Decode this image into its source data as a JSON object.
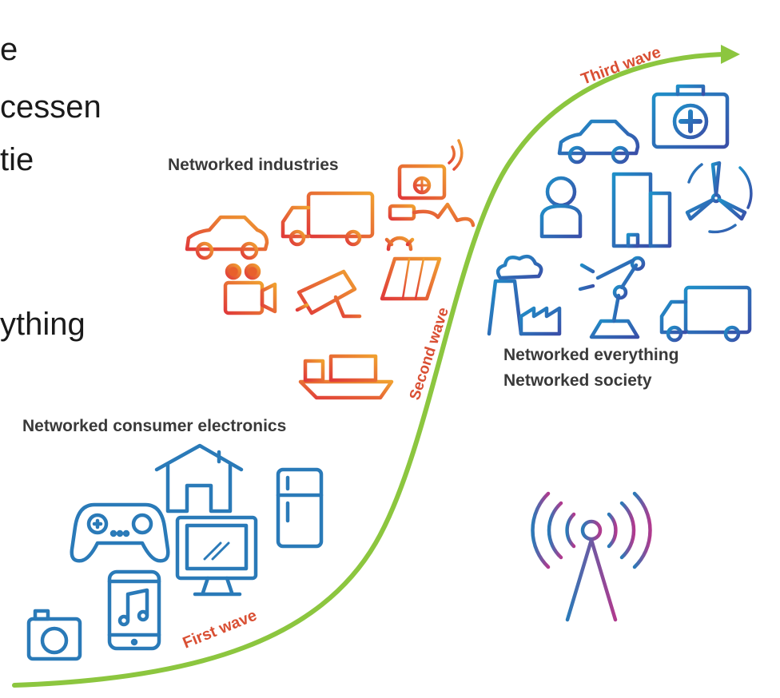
{
  "slide_text_fragments": [
    "e",
    "cessen",
    "tie",
    "ything"
  ],
  "labels": {
    "industries": "Networked industries",
    "consumer": "Networked consumer electronics",
    "everything_line1": "Networked everything",
    "everything_line2": "Networked society"
  },
  "waves": {
    "first": "First wave",
    "second": "Second wave",
    "third": "Third wave"
  },
  "colors": {
    "curve": "#8cc63f",
    "consumer_icons": "#2a7ab8",
    "industry_icons": "#e8602c",
    "society_icons": "#2b6cb0",
    "wave_labels": "#d94f33",
    "tower_gradient": [
      "#2a7ab8",
      "#b03a8e"
    ]
  },
  "icons": {
    "consumer": [
      "camera-icon",
      "music-phone-icon",
      "gamepad-icon",
      "house-icon",
      "computer-monitor-icon",
      "fridge-icon"
    ],
    "industries": [
      "car-icon",
      "truck-icon",
      "medical-case-wireless-icon",
      "video-camera-icon",
      "security-camera-icon",
      "solar-panel-icon",
      "cargo-ship-icon"
    ],
    "society": [
      "car-icon",
      "medical-kit-icon",
      "person-icon",
      "office-building-icon",
      "wind-turbine-icon",
      "factory-icon",
      "robot-arm-icon",
      "truck-icon"
    ],
    "network": "cell-tower-icon"
  }
}
